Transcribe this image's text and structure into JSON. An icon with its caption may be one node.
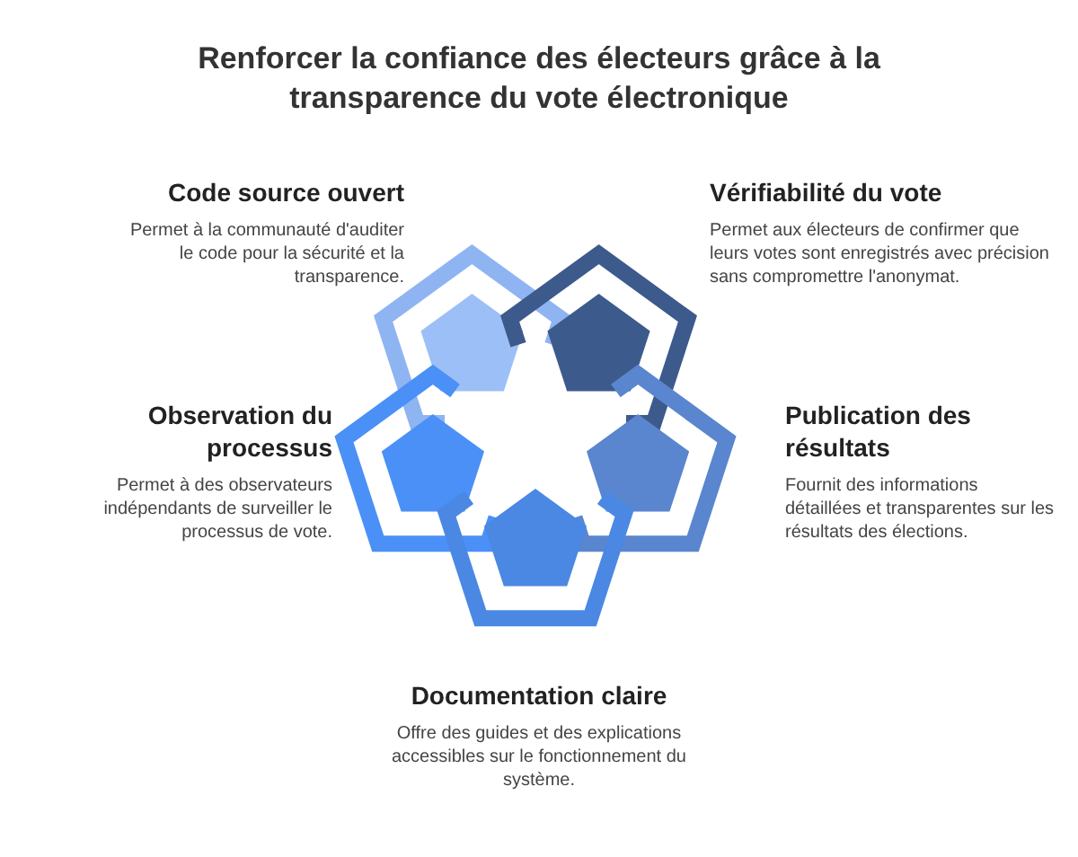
{
  "diagram": {
    "title": "Renforcer la confiance des électeurs grâce à la transparence du vote électronique",
    "nodes": [
      {
        "text": [
          "Code source ouvert",
          "Permet à la communauté d'auditer le code pour la sécurité et la transparence."
        ]
      },
      {
        "text": [
          "Vérifiabilité du vote",
          "Permet aux électeurs de confirmer que leurs votes sont enregistrés avec précision sans compromettre l'anonymat."
        ]
      },
      {
        "text": [
          "Observation du processus",
          "Permet à des observateurs indépendants de surveiller le processus de vote."
        ]
      },
      {
        "text": [
          "Publication des résultats",
          "Fournit des informations détaillées et transparentes sur les résultats des élections."
        ]
      },
      {
        "text": [
          "Documentation claire",
          "Offre des guides et des explications accessibles sur le fonctionnement du système."
        ]
      }
    ],
    "edges": []
  }
}
